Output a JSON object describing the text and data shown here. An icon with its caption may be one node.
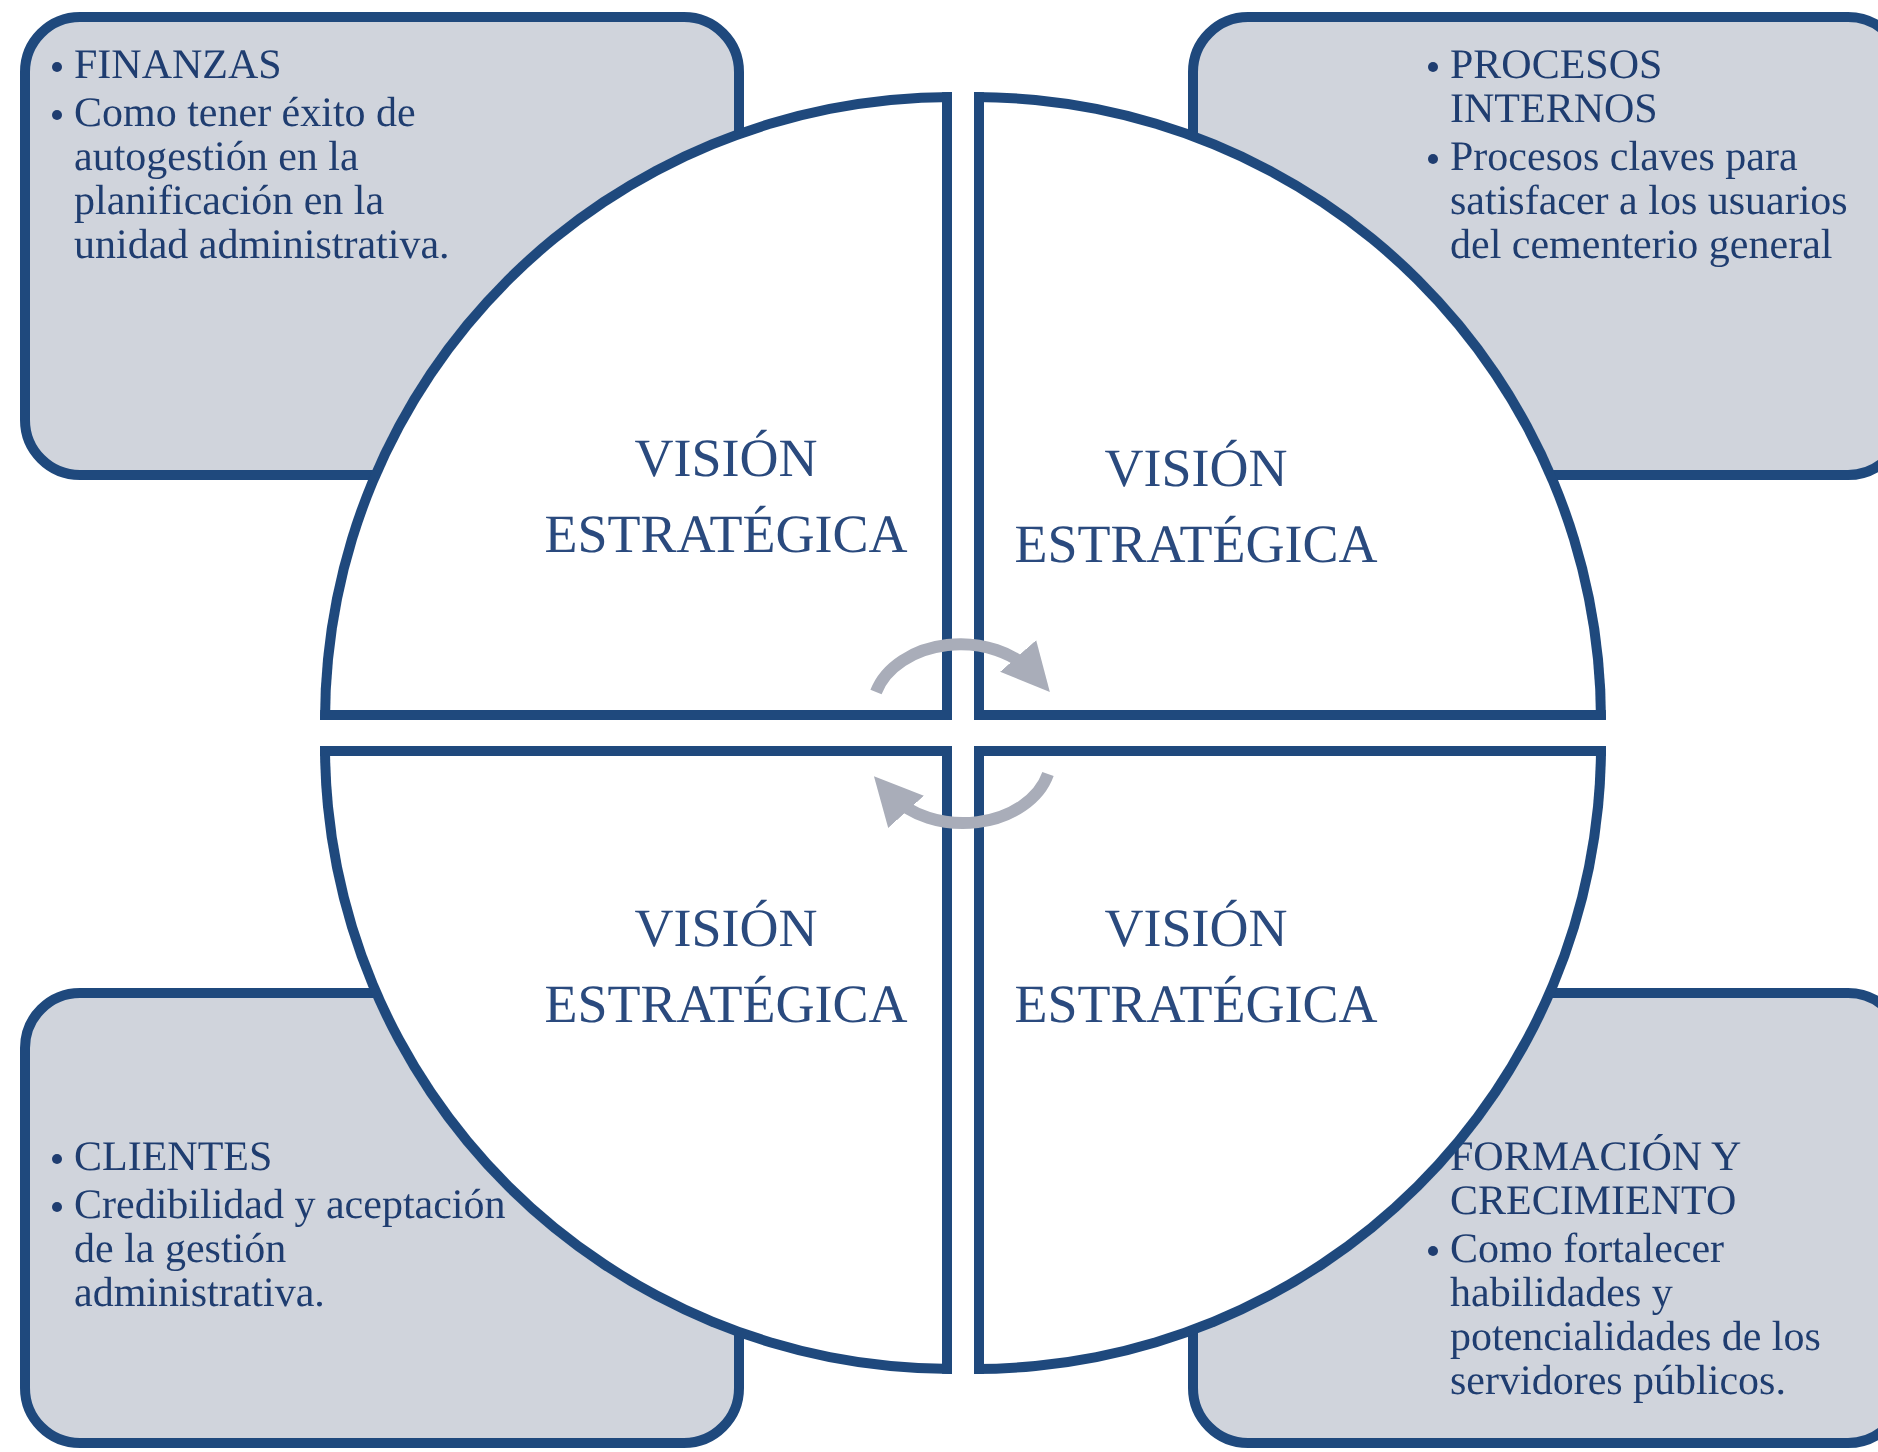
{
  "diagram": {
    "nodes": [
      {
        "text": [
          "FINANZAS",
          "Como tener éxito de autogestión en la planificación en la unidad administrativa."
        ]
      },
      {
        "text": [
          "PROCESOS INTERNOS",
          "Procesos claves para satisfacer a los usuarios del cementerio general"
        ]
      },
      {
        "text": [
          "CLIENTES",
          "Credibilidad y aceptación de la gestión administrativa."
        ]
      },
      {
        "text": [
          "FORMACIÓN Y CRECIMIENTO",
          "Como fortalecer habilidades y potencialidades de los servidores públicos."
        ]
      },
      {
        "text": [
          "VISIÓN ESTRATÉGICA"
        ]
      },
      {
        "text": [
          "VISIÓN ESTRATÉGICA"
        ]
      },
      {
        "text": [
          "VISIÓN ESTRATÉGICA"
        ]
      },
      {
        "text": [
          "VISIÓN ESTRATÉGICA"
        ]
      }
    ],
    "edges": [
      {
        "from": 4,
        "to": 5,
        "arrow": "to"
      },
      {
        "from": 7,
        "to": 6,
        "arrow": "to"
      }
    ]
  }
}
